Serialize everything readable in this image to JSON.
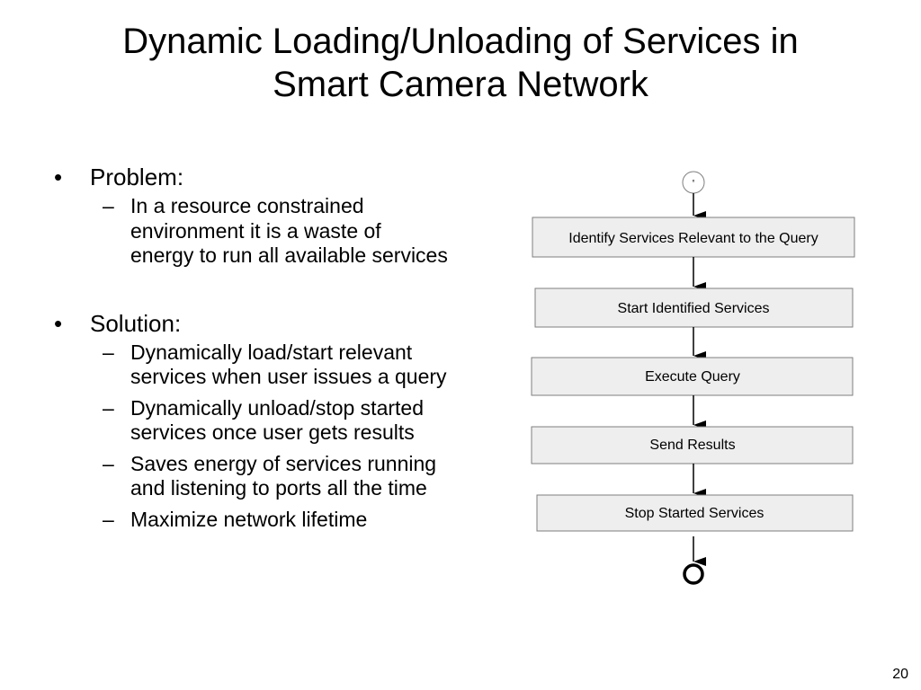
{
  "title": {
    "line1": "Dynamic Loading/Unloading of Services in",
    "line2": "Smart Camera Network"
  },
  "bullets": [
    {
      "label": "Problem:",
      "subs": [
        "In a resource constrained environment it is a waste of energy to run all available services"
      ]
    },
    {
      "label": "Solution:",
      "subs": [
        "Dynamically load/start relevant services when user issues a query",
        "Dynamically unload/stop started services once user gets results",
        "Saves energy of services running and listening to ports all the time",
        "Maximize network lifetime"
      ]
    }
  ],
  "flow": {
    "start_marker": "°",
    "steps": [
      "Identify Services Relevant to the Query",
      "Start Identified Services",
      "Execute Query",
      "Send Results",
      "Stop Started Services"
    ]
  },
  "page_number": "20"
}
